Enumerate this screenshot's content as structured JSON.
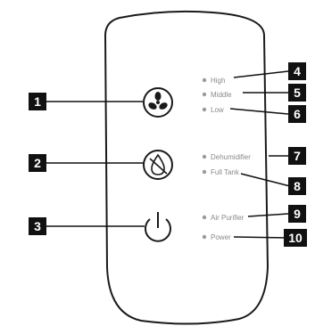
{
  "indicators": {
    "high": "High",
    "middle": "Middle",
    "low": "Low",
    "dehumidifier": "Dehumidifier",
    "full_tank": "Full Tank",
    "air_purifier": "Air Purifier",
    "power": "Power"
  },
  "callouts": [
    "1",
    "2",
    "3",
    "4",
    "5",
    "6",
    "7",
    "8",
    "9",
    "10"
  ],
  "colors": {
    "outline": "#1a1a1a",
    "callout_box": "#111111",
    "label_text": "#8a8a8a",
    "led": "#9a9a9a"
  }
}
